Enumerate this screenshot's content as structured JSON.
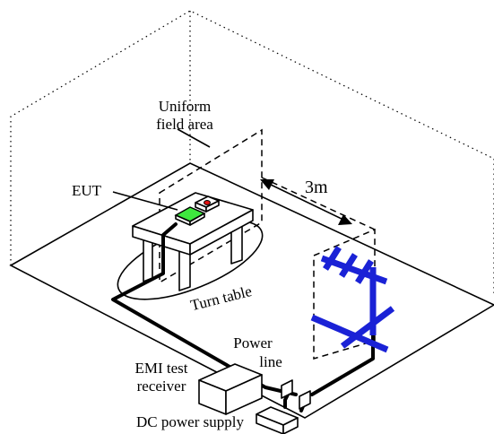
{
  "labels": {
    "uniform_field_area_line1": "Uniform",
    "uniform_field_area_line2": "field area",
    "eut": "EUT",
    "distance": "3m",
    "turn_table": "Turn table",
    "power_line_line1": "Power",
    "power_line_line2": "line",
    "emi_receiver_line1": "EMI test",
    "emi_receiver_line2": "receiver",
    "dc_power_supply": "DC power supply"
  },
  "colors": {
    "antenna": "#1a22d6",
    "eut_board": "#3ee83e",
    "eut_button": "#e01010",
    "lines": "#000000"
  }
}
